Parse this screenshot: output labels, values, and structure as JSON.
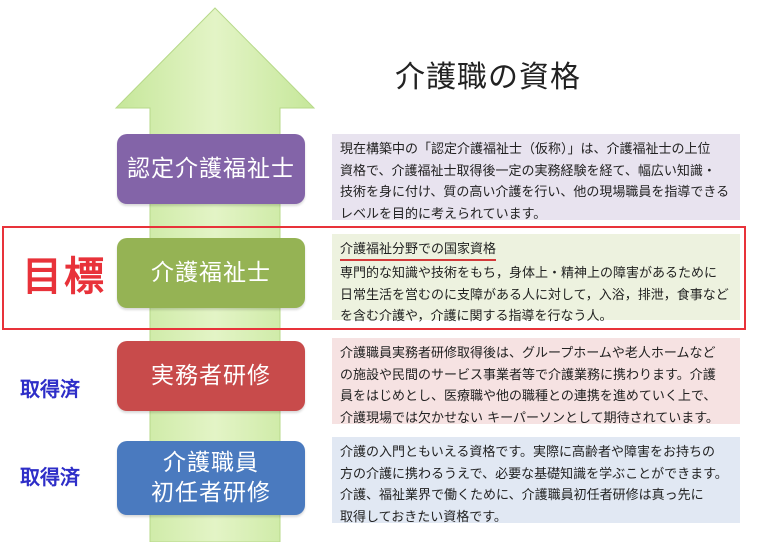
{
  "title": "介護職の資格",
  "goal_label": "目標",
  "levels": [
    {
      "name_lines": [
        "認定介護福祉士"
      ],
      "color": "#8364a8",
      "desc_bg": "#e8e3ef",
      "desc_lines": [
        "現在構築中の「認定介護福祉士（仮称）」は、介護福祉士の上位",
        "資格で、介護福祉士取得後一定の実務経験を経て、幅広い知識・",
        "技術を身に付け、質の高い介護を行い、他の現場職員を指導できる",
        "レベルを目的に考えられています。"
      ]
    },
    {
      "name_lines": [
        "介護福祉士"
      ],
      "color": "#95b354",
      "desc_bg": "#edf2df",
      "desc_heading": "介護福祉分野での国家資格",
      "desc_lines": [
        "専門的な知識や技術をもち，身体上・精神上の障害があるために",
        "日常生活を営むのに支障がある人に対して，入浴，排泄，食事など",
        "を含む介護や，介護に関する指導を行なう人。"
      ]
    },
    {
      "name_lines": [
        "実務者研修"
      ],
      "color": "#c84b4b",
      "desc_bg": "#f6e2e2",
      "status": "取得済",
      "desc_lines": [
        "介護職員実務者研修取得後は、グループホームや老人ホームなど",
        "の施設や民間のサービス事業者等で介護業務に携わります。介護",
        "員をはじめとし、医療職や他の職種との連携を進めていく上で、",
        "介護現場では欠かせない キーパーソンとして期待されています。"
      ]
    },
    {
      "name_lines": [
        "介護職員",
        "初任者研修"
      ],
      "color": "#4a7abf",
      "desc_bg": "#e1e8f3",
      "status": "取得済",
      "desc_lines": [
        "介護の入門ともいえる資格です。実際に高齢者や障害をお持ちの",
        "方の介護に携わるうえで、必要な基礎知識を学ぶことができます。",
        "介護、福祉業界で働くために、介護職員初任者研修は真っ先に",
        "取得しておきたい資格です。"
      ]
    }
  ]
}
